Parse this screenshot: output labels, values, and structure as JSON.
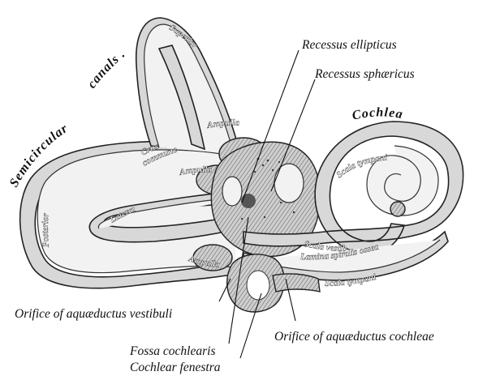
{
  "labels": {
    "semicircular": "Semicircular",
    "canals": "canals .",
    "superior": "Superior",
    "posterior": "Posterior",
    "lateral": "Lateral",
    "crus_commune_1": "Crus",
    "crus_commune_2": "commune",
    "ampulla_top": "Ampulla",
    "ampulla_mid": "Ampulla",
    "ampulla_low": "Ampulla",
    "cochlea": "Cochlea",
    "scala_tympani_top": "Scala tympani",
    "scala_vestibuli": "Scala vestib.",
    "lamina_spiralis": "Lamina spiralis ossea",
    "scala_tympani_low": "Scala tympani",
    "recessus_ellipticus": "Recessus ellipticus",
    "recessus_sphaericus": "Recessus sphæricus",
    "orifice_vestibuli": "Orifice of aquæductus vestibuli",
    "fossa_cochlearis": "Fossa cochlearis",
    "cochlear_fenestra": "Cochlear fenestra",
    "orifice_cochleae": "Orifice of aquæductus cochleae"
  },
  "colors": {
    "ink": "#111111",
    "bone": "#d8d8d8",
    "lumen": "#f2f2f2"
  }
}
